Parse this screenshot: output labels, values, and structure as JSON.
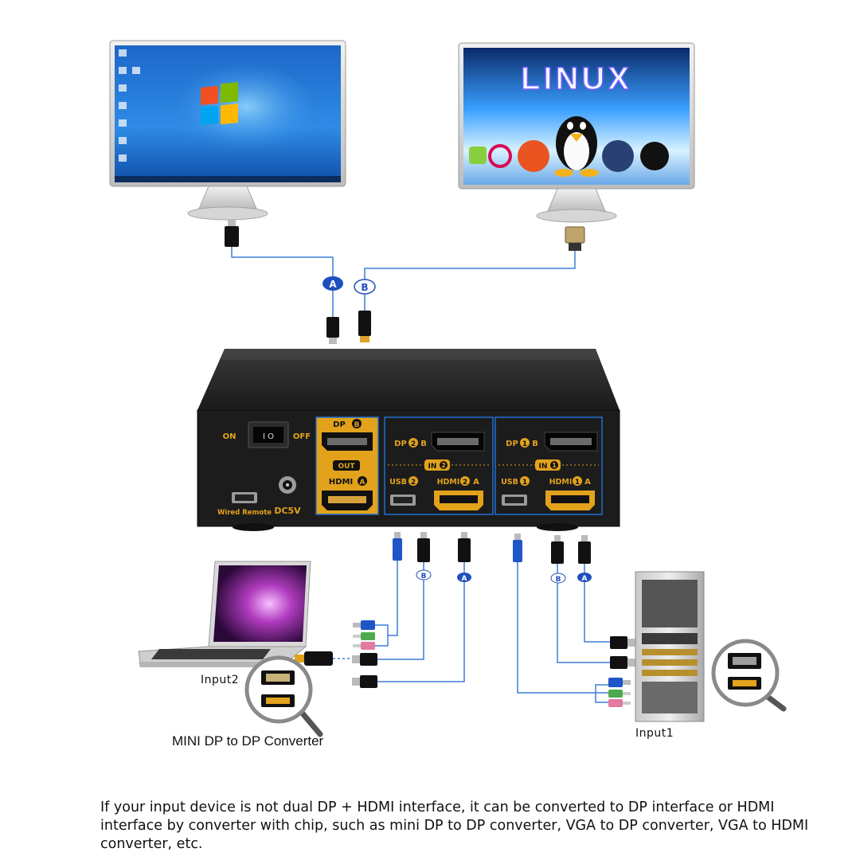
{
  "monitor_left": {
    "screen": "windows-7-desktop"
  },
  "monitor_right": {
    "screen_title": "LINUX"
  },
  "kvm": {
    "switch_on": "ON",
    "switch_off": "OFF",
    "wired_remote": "Wired Remote",
    "dc5v": "DC5V",
    "out_dp": "DP",
    "out_dp_badge": "B",
    "out_label": "OUT",
    "out_hdmi": "HDMI",
    "out_hdmi_badge": "A",
    "in2_dp": "DP",
    "in2_dp_num": "2",
    "in2_dp_letter": "B",
    "in2_label": "IN",
    "in2_num": "2",
    "in2_usb": "USB",
    "in2_usb_num": "2",
    "in2_hdmi": "HDMI",
    "in2_hdmi_num": "2",
    "in2_hdmi_letter": "A",
    "in1_dp": "DP",
    "in1_dp_num": "1",
    "in1_dp_letter": "B",
    "in1_label": "IN",
    "in1_num": "1",
    "in1_usb": "USB",
    "in1_usb_num": "1",
    "in1_hdmi": "HDMI",
    "in1_hdmi_num": "1",
    "in1_hdmi_letter": "A"
  },
  "cable_tags": {
    "a": "A",
    "b": "B"
  },
  "labels": {
    "input2": "Input2",
    "input1": "Input1",
    "converter": "MINI DP to DP Converter"
  },
  "caption": "If your input device is not dual DP + HDMI interface, it can be converted to DP interface or HDMI interface by converter with chip, such as mini DP to DP converter, VGA to DP converter, VGA to HDMI converter, etc.",
  "colors": {
    "gold": "#e2a21c",
    "blue_line": "#1f6fd0",
    "kvm_body": "#1c1c1c"
  }
}
